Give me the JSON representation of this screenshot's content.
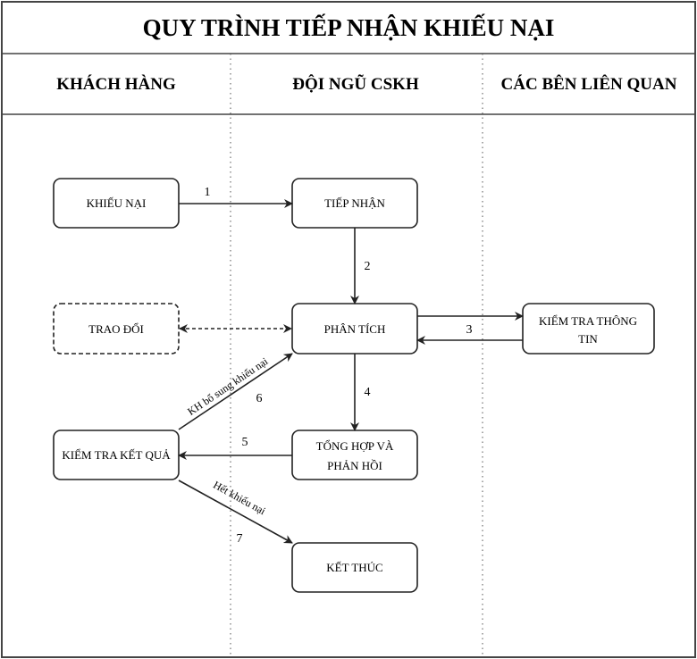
{
  "title": "QUY TRÌNH TIẾP NHẬN KHIẾU NẠI",
  "lanes": [
    "KHÁCH HÀNG",
    "ĐỘI NGŨ CSKH",
    "CÁC BÊN LIÊN QUAN"
  ],
  "nodes": {
    "khieu_nai": "KHIẾU NẠI",
    "tiep_nhan": "TIẾP NHẬN",
    "phan_tich": "PHÂN TÍCH",
    "trao_doi": "TRAO ĐỔI",
    "kiem_tra_thong_tin": [
      "KIỂM TRA THÔNG",
      "TIN"
    ],
    "kiem_tra_ket_qua": "KIỂM TRA KẾT QUẢ",
    "tong_hop": [
      "TỔNG HỢP VÀ",
      "PHẢN HỒI"
    ],
    "ket_thuc": "KẾT THÚC"
  },
  "edges": {
    "e1": "1",
    "e2": "2",
    "e3": "3",
    "e4": "4",
    "e5": "5",
    "e6": "6",
    "e7": "7",
    "e6_label": "KH bổ sung khiếu nại",
    "e7_label": "Hết khiếu nại"
  },
  "colors": {
    "stroke": "#222222",
    "background": "#ffffff"
  }
}
